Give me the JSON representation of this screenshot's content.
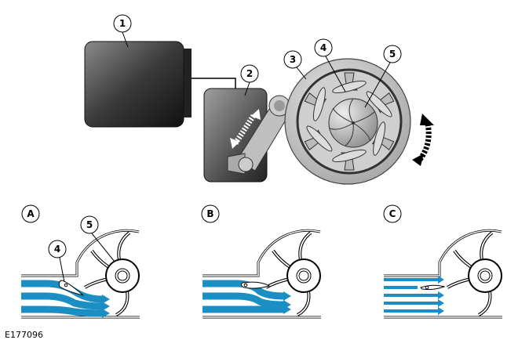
{
  "callouts": {
    "c1": "1",
    "c2": "2",
    "c3": "3",
    "c4": "4",
    "c5": "5"
  },
  "panels": {
    "a": {
      "label": "A",
      "c4": "4",
      "c5": "5"
    },
    "b": {
      "label": "B"
    },
    "c": {
      "label": "C"
    }
  },
  "reference": "E177096",
  "colors": {
    "flow": "#1b8fc4",
    "dark": "#222222",
    "disc": "#bdbdbd"
  }
}
